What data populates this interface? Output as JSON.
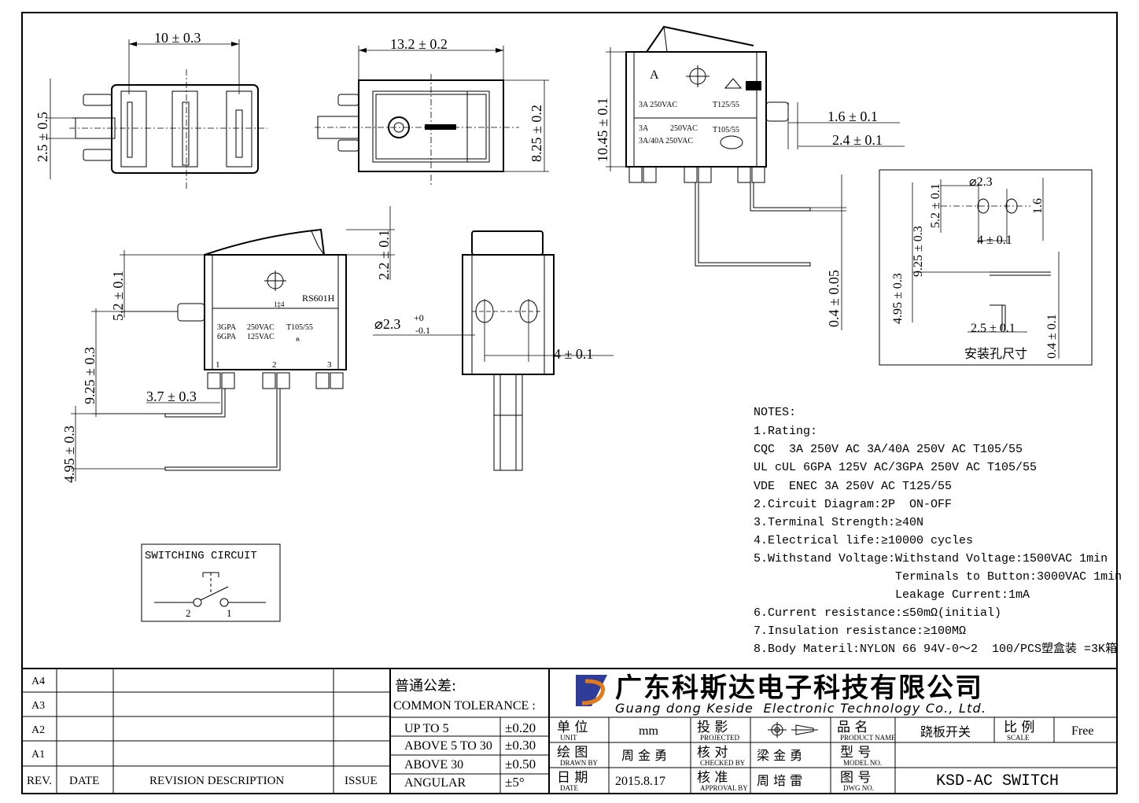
{
  "dims": {
    "top_width": "10 ± 0.3",
    "top_left_h": "2.5 ± 0.5",
    "front_width": "13.2 ± 0.2",
    "front_height": "8.25 ± 0.2",
    "side_height": "10.45 ± 0.1",
    "side_1": "1.6 ± 0.1",
    "side_2": "2.4 ± 0.1",
    "side_pin": "0.4 ± 0.05",
    "left_a": "5.2 ± 0.1",
    "left_b": "9.25 ± 0.3",
    "left_c": "3.7 ± 0.3",
    "left_d": "4.95 ± 0.3",
    "left_top": "2.2 ± 0.1",
    "hole_dia": "⌀2.3",
    "hole_tol_up": "+0",
    "hole_tol_dn": "-0.1",
    "end_pitch": "4 ± 0.1"
  },
  "labels": {
    "side_a": "A",
    "side_r1": "3A 250VAC",
    "side_r1t": "T125/55",
    "side_r2a": "3A",
    "side_r2b": "250VAC",
    "side_r2t": "T105/55",
    "side_r3": "3A/40A 250VAC",
    "model": "RS601H",
    "ul1": "3GPA",
    "ul1v": "250VAC",
    "ul1t": "T105/55",
    "ul2": "6GPA",
    "ul2v": "125VAC",
    "pin1": "1",
    "pin2": "2",
    "pin3": "3",
    "icon": "1‡4"
  },
  "mount": {
    "dia": "⌀2.3",
    "d1": "5.2 ± 0.1",
    "d2": "1.6",
    "d3": "9.25 ± 0.3",
    "d4": "4 ± 0.1",
    "d5": "4.95 ± 0.3",
    "d6": "2.5 ± 0.1",
    "d7": "0.4 ± 0.1",
    "caption": "安装孔尺寸"
  },
  "circuit": {
    "title": "SWITCHING CIRCUIT",
    "p2": "2",
    "p1": "1"
  },
  "notes": [
    "NOTES:",
    "1.Rating:",
    "CQC  3A 250V AC 3A/40A 250V AC T105/55",
    "UL cUL 6GPA 125V AC/3GPA 250V AC T105/55",
    "VDE  ENEC 3A 250V AC T125/55",
    "2.Circuit Diagram:2P  ON-OFF",
    "3.Terminal Strength:≥40N",
    "4.Electrical life:≥10000 cycles",
    "5.Withstand Voltage:Withstand Voltage:1500VAC 1min",
    "                    Terminals to Button:3000VAC 1min",
    "                    Leakage Current:1mA",
    "6.Current resistance:≤50mΩ(initial)",
    "7.Insulation resistance:≥100MΩ",
    "8.Body Materil:NYLON 66 94V-0～2  100/PCS塑盒装 =3K箱"
  ],
  "title_block": {
    "rev_rows": [
      "A4",
      "A3",
      "A2",
      "A1"
    ],
    "rev_header": [
      "REV.",
      "DATE",
      "REVISION DESCRIPTION",
      "ISSUE"
    ],
    "tol_title_cn": "普通公差:",
    "tol_title_en": "COMMON TOLERANCE :",
    "tolerances": [
      {
        "range": "UP TO 5",
        "tol": "±0.20"
      },
      {
        "range": "ABOVE 5 TO 30",
        "tol": "±0.30"
      },
      {
        "range": "ABOVE 30",
        "tol": "±0.50"
      },
      {
        "range": "ANGULAR",
        "tol": "±5°"
      }
    ],
    "company_cn": "广东科斯达电子科技有限公司",
    "company_en": "Guang dong Keside  Electronic Technology Co., Ltd.",
    "unit_cn": "单 位",
    "unit_en": "UNIT",
    "unit_val": "mm",
    "proj_cn": "投 影",
    "proj_en": "PROJECTED",
    "name_cn": "品 名",
    "name_en": "PRODUCT NAME",
    "name_val": "跷板开关",
    "scale_cn": "比 例",
    "scale_en": "SCALE",
    "scale_val": "Free",
    "drawn_cn": "绘 图",
    "drawn_en": "DRAWN BY",
    "drawn_val": "周 金 勇",
    "checked_cn": "核 对",
    "checked_en": "CHECKED BY",
    "checked_val": "梁 金 勇",
    "model_cn": "型 号",
    "model_en": "MODEL NO.",
    "date_cn": "日 期",
    "date_en": "DATE",
    "date_val": "2015.8.17",
    "approval_cn": "核 准",
    "approval_en": "APPROVAL BY",
    "approval_val": "周 培 雷",
    "dwg_cn": "图 号",
    "dwg_en": "DWG NO.",
    "dwg_val": "KSD-AC SWITCH"
  }
}
